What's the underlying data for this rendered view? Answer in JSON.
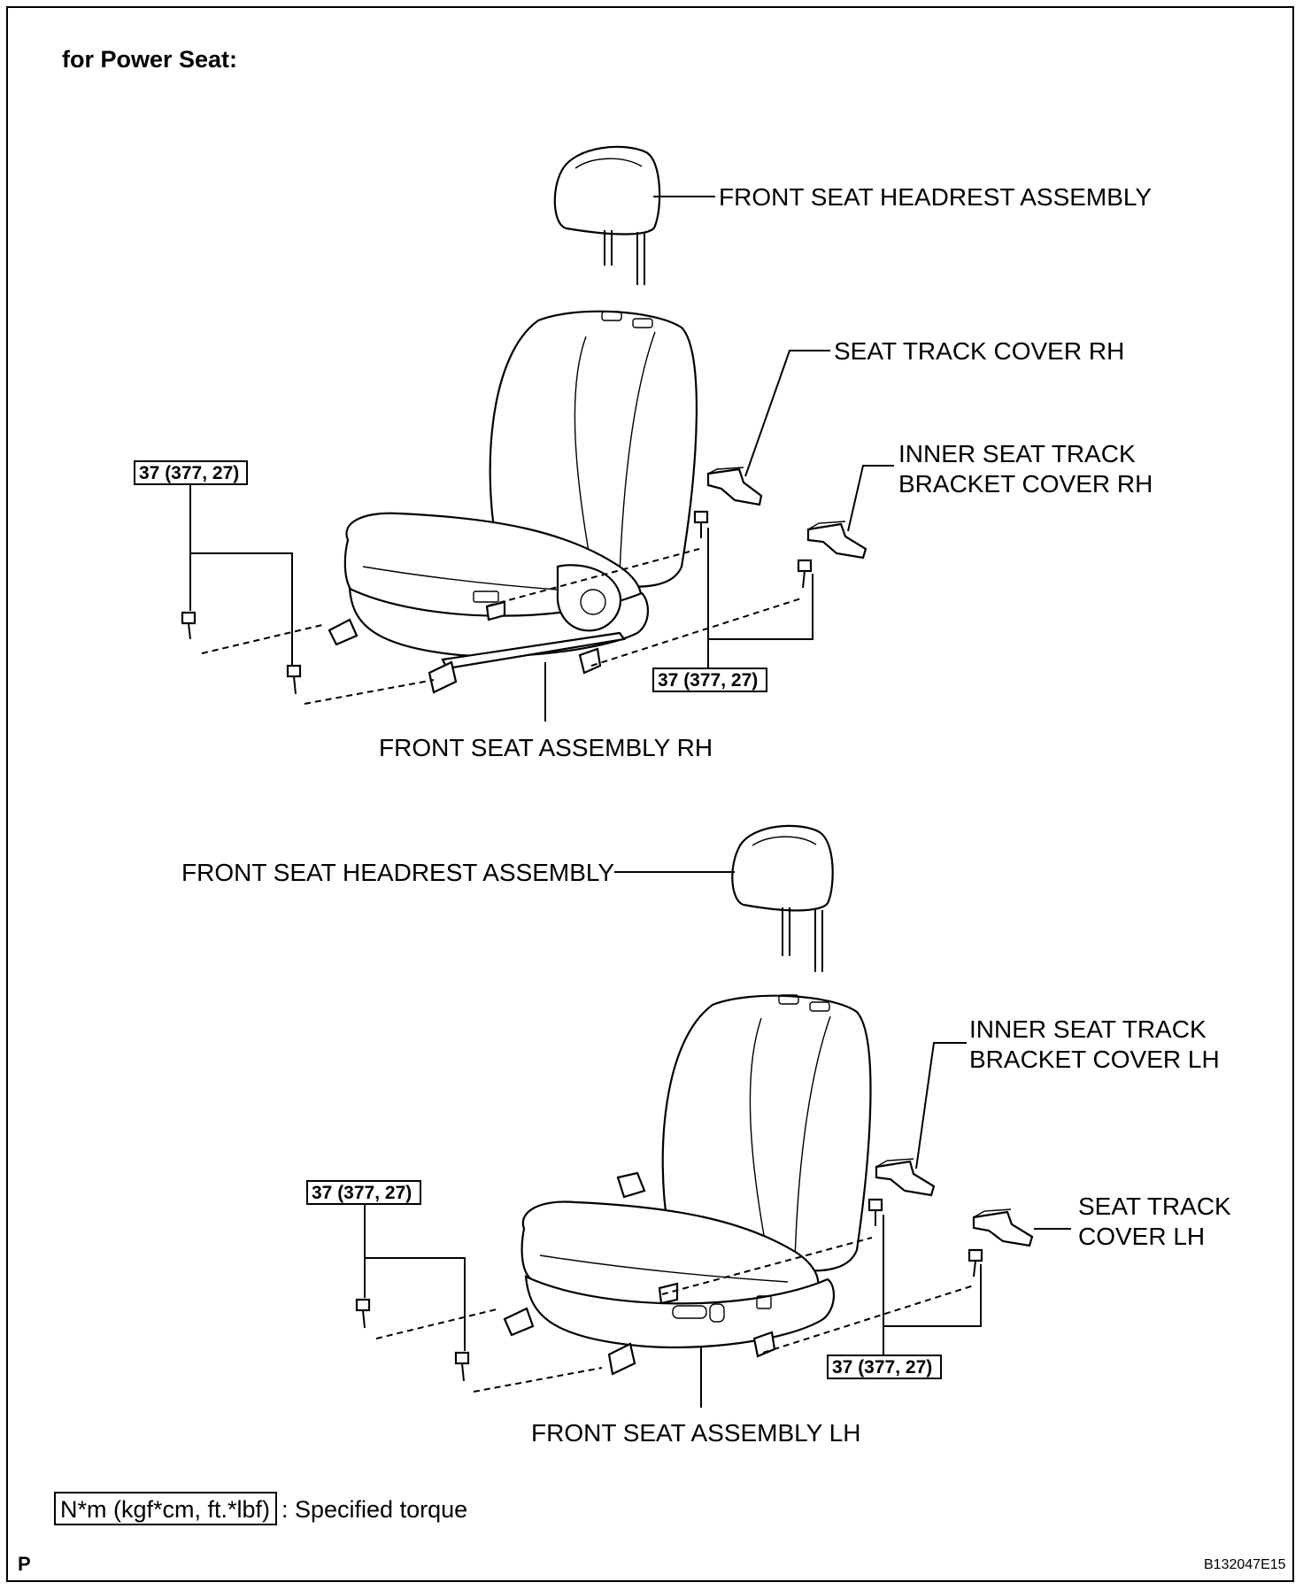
{
  "title": "for Power Seat:",
  "rh_group": {
    "headrest_label": "FRONT SEAT HEADREST ASSEMBLY",
    "track_cover_label": "SEAT TRACK COVER RH",
    "inner_cover_label_line1": "INNER SEAT TRACK",
    "inner_cover_label_line2": "BRACKET COVER RH",
    "seat_label": "FRONT SEAT ASSEMBLY RH",
    "torque_left": "37 (377, 27)",
    "torque_right": "37 (377, 27)"
  },
  "lh_group": {
    "headrest_label": "FRONT SEAT HEADREST ASSEMBLY",
    "inner_cover_label_line1": "INNER SEAT TRACK",
    "inner_cover_label_line2": "BRACKET COVER LH",
    "track_cover_label_line1": "SEAT TRACK",
    "track_cover_label_line2": "COVER LH",
    "seat_label": "FRONT SEAT ASSEMBLY LH",
    "torque_left": "37 (377, 27)",
    "torque_right": "37 (377, 27)"
  },
  "legend": {
    "unit_key": "N*m (kgf*cm, ft.*lbf)",
    "description": ": Specified torque"
  },
  "footer": {
    "page_mark": "P",
    "figure_code": "B132047E15"
  }
}
